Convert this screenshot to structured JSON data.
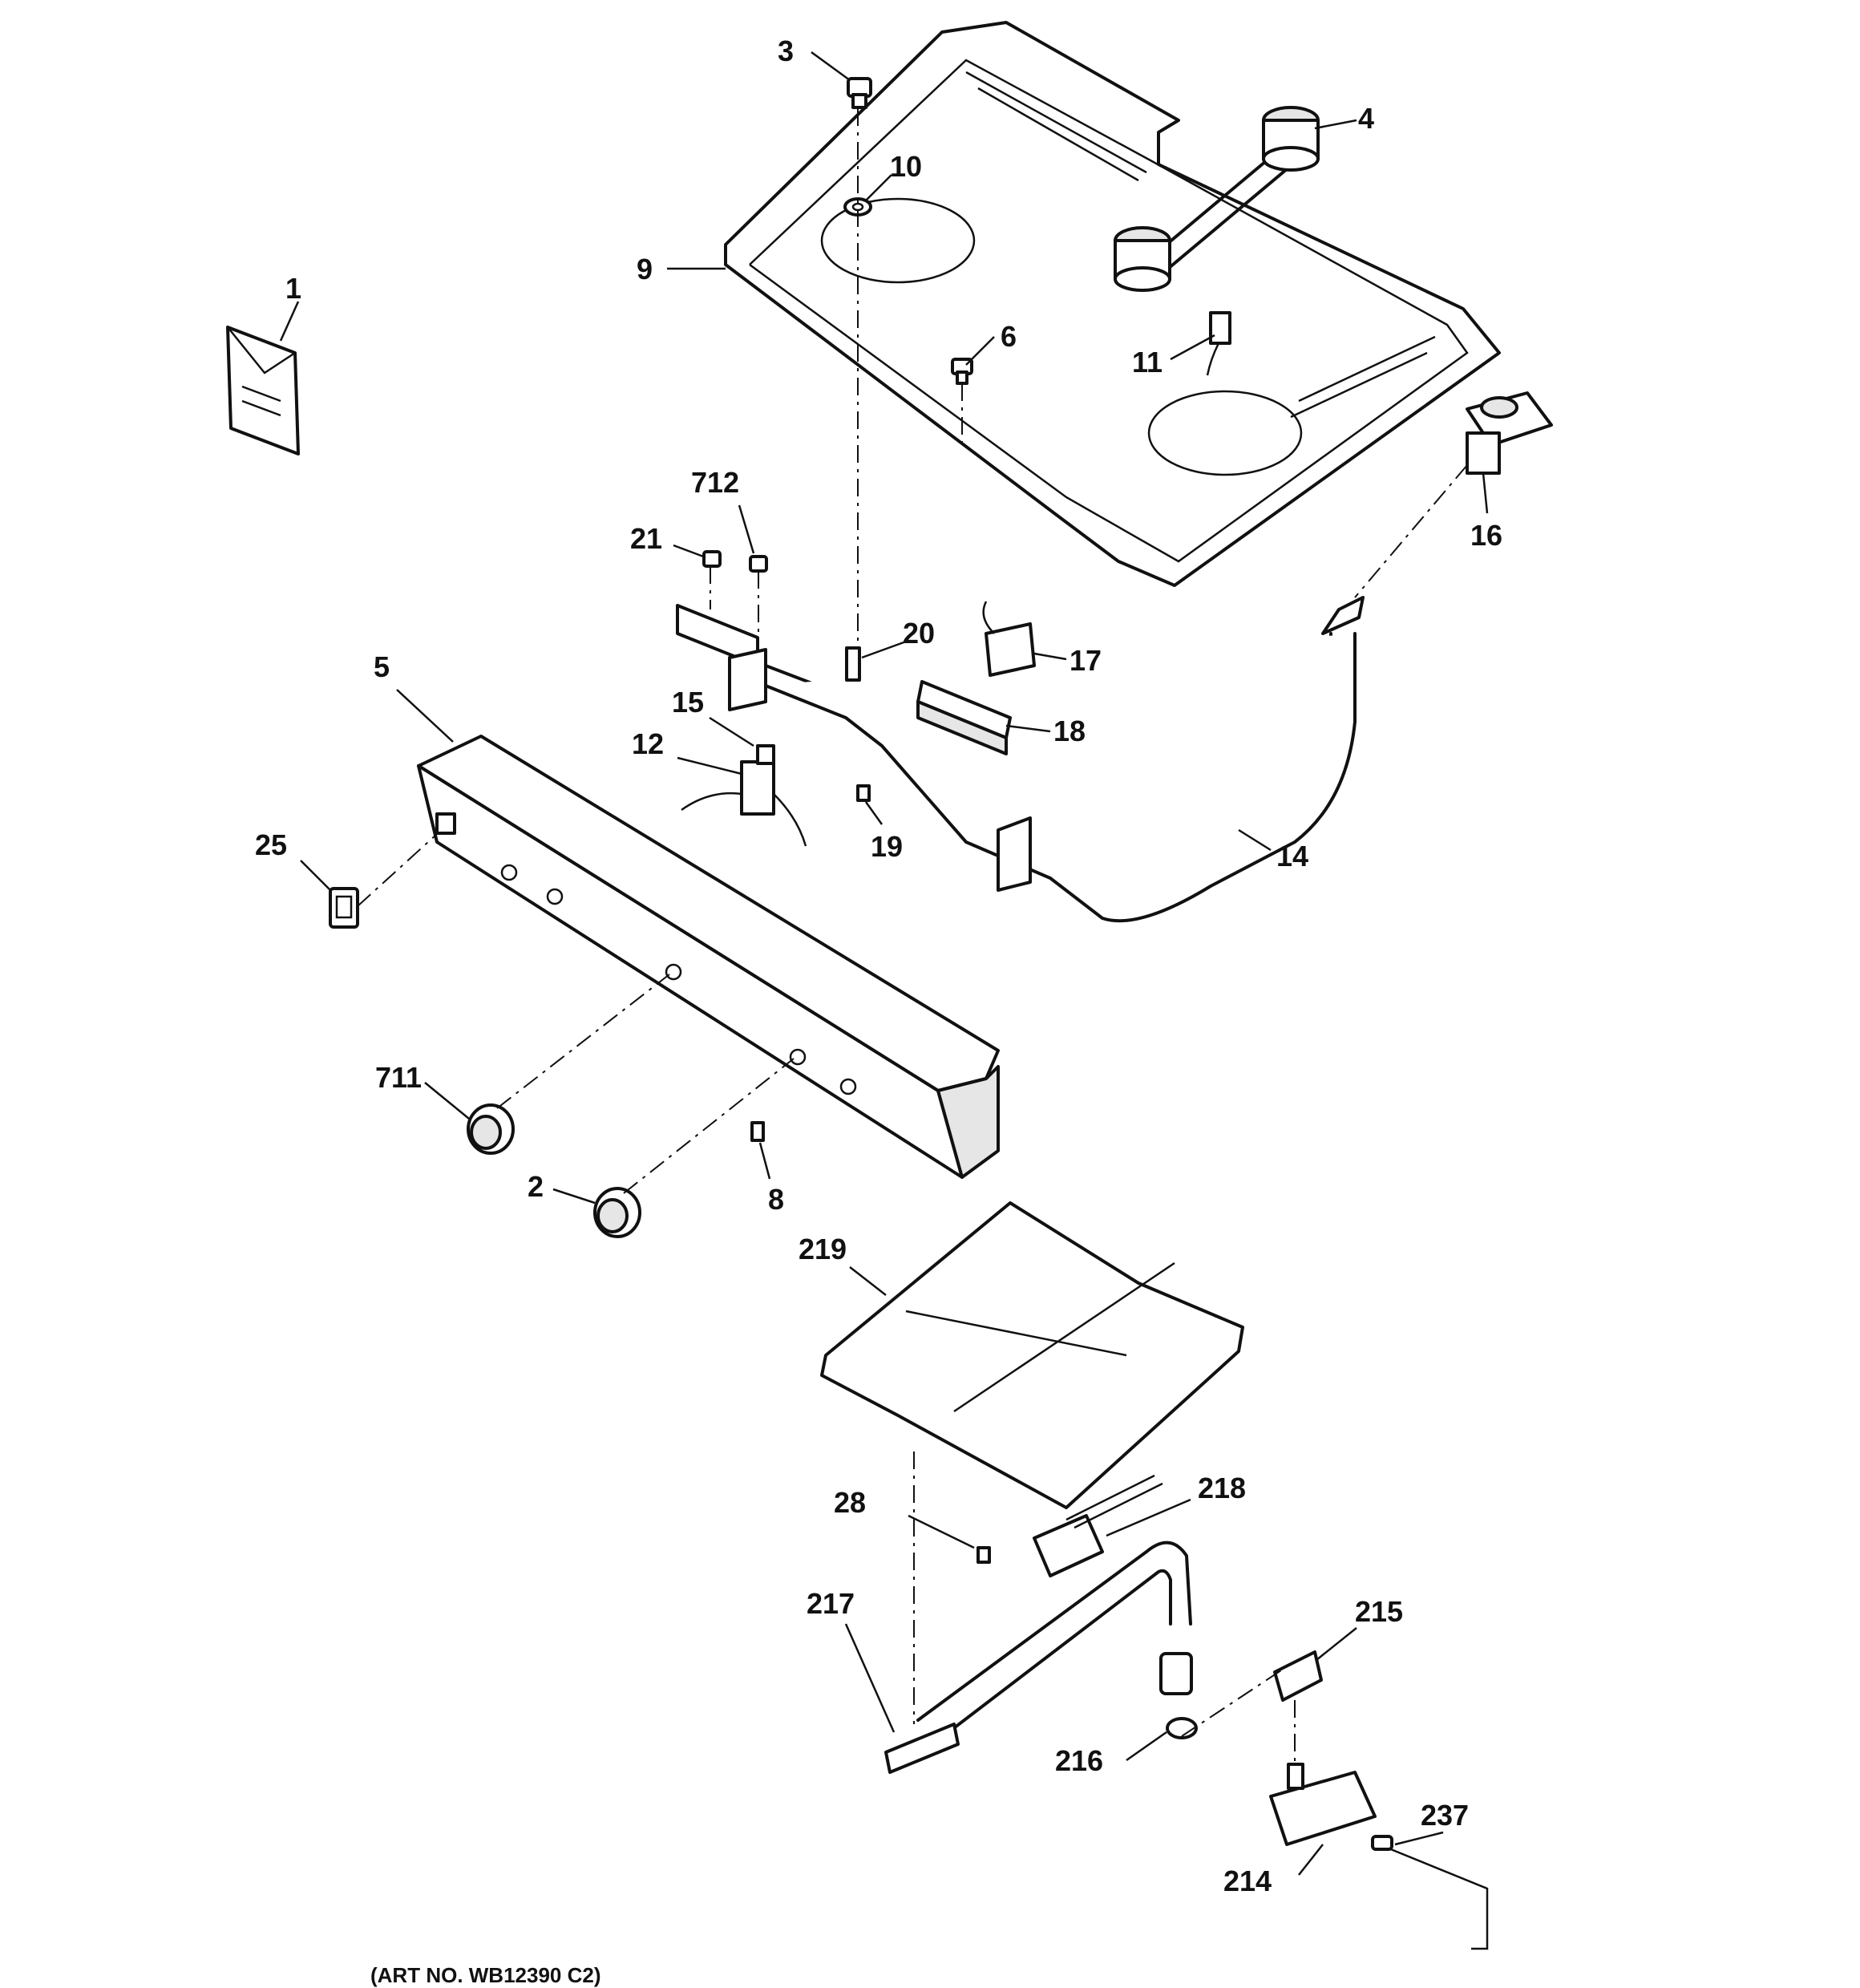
{
  "callouts": {
    "p1": "1",
    "p2": "2",
    "p3": "3",
    "p4": "4",
    "p5": "5",
    "p6": "6",
    "p8": "8",
    "p9": "9",
    "p10": "10",
    "p11": "11",
    "p12": "12",
    "p14": "14",
    "p15": "15",
    "p16": "16",
    "p17": "17",
    "p18": "18",
    "p19": "19",
    "p20": "20",
    "p21": "21",
    "p25": "25",
    "p28": "28",
    "p214": "214",
    "p215": "215",
    "p216": "216",
    "p217": "217",
    "p218": "218",
    "p219": "219",
    "p237": "237",
    "p711": "711",
    "p712": "712"
  },
  "art_number": "(ART NO. WB12390 C2)"
}
